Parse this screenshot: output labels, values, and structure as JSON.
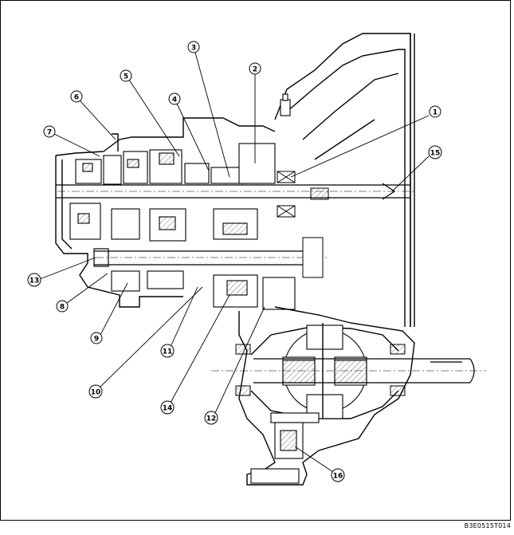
{
  "figure": {
    "reference_code": "B3E0515T014",
    "callouts": [
      "1",
      "2",
      "3",
      "4",
      "5",
      "6",
      "7",
      "8",
      "9",
      "10",
      "11",
      "12",
      "13",
      "14",
      "15",
      "16"
    ]
  },
  "colors": {
    "line": "#000000",
    "hatch": "#333333",
    "background": "#ffffff"
  }
}
